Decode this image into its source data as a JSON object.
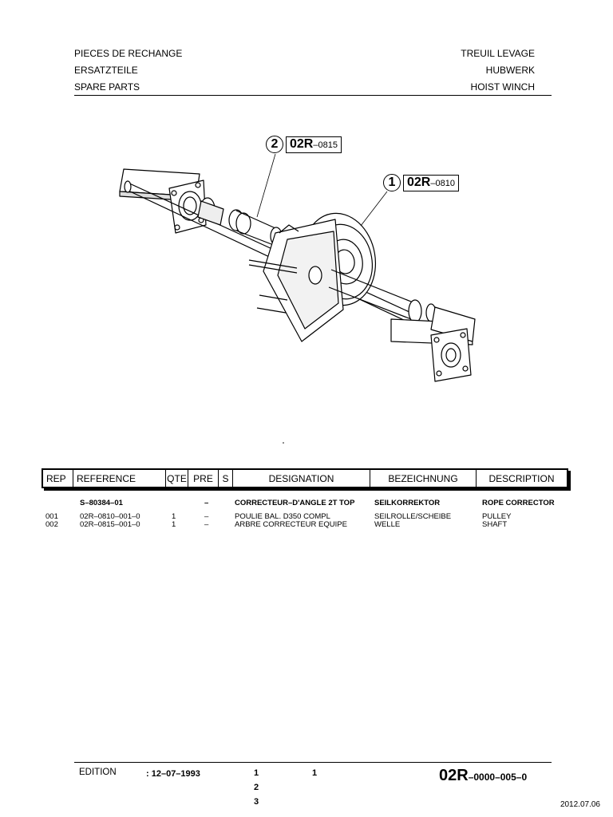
{
  "header": {
    "left": [
      "PIECES DE RECHANGE",
      "ERSATZTEILE",
      "SPARE PARTS"
    ],
    "right": [
      "TREUIL LEVAGE",
      "HUBWERK",
      "HOIST WINCH"
    ]
  },
  "callouts": [
    {
      "number": "2",
      "code": "02R",
      "suffix": "–0815"
    },
    {
      "number": "1",
      "code": "02R",
      "suffix": "–0810"
    }
  ],
  "table": {
    "columns": [
      "REP",
      "REFERENCE",
      "QTE",
      "PRE",
      "S",
      "DESIGNATION",
      "BEZEICHNUNG",
      "DESCRIPTION"
    ],
    "assembly": {
      "reference": "S–80384–01",
      "pre": "–",
      "designation": "CORRECTEUR–D'ANGLE 2T TOP",
      "bezeichnung": "SEILKORREKTOR",
      "description": "ROPE CORRECTOR"
    },
    "rows": [
      {
        "rep": "001",
        "reference": "02R–0810–001–0",
        "qte": "1",
        "pre": "–",
        "designation": "POULIE BAL. D350 COMPL",
        "bezeichnung": "SEILROLLE/SCHEIBE",
        "description": "PULLEY"
      },
      {
        "rep": "002",
        "reference": "02R–0815–001–0",
        "qte": "1",
        "pre": "–",
        "designation": "ARBRE CORRECTEUR EQUIPE",
        "bezeichnung": "WELLE",
        "description": "SHAFT"
      }
    ]
  },
  "footer": {
    "edition_label": "EDITION",
    "edition_date": ": 12–07–1993",
    "col_a": [
      "1",
      "2",
      "3"
    ],
    "col_b": "1",
    "doc_code": "02R",
    "doc_suffix": "–0000–005–0",
    "print_date": "2012.07.06"
  }
}
